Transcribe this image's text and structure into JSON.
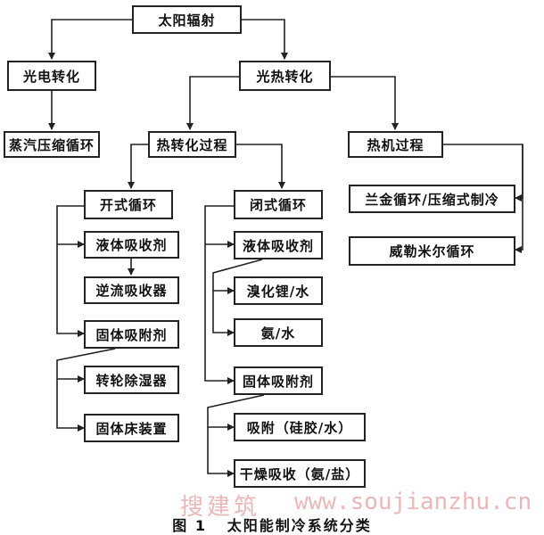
{
  "nodes": {
    "solar_radiation": "太阳辐射",
    "photovoltaic": "光电转化",
    "photothermal": "光热转化",
    "vapor_compression": "蒸汽压缩循环",
    "thermal_conversion": "热转化过程",
    "heat_engine": "热机过程",
    "open_cycle": "开式循环",
    "closed_cycle": "闭式循环",
    "rankine_compression": "兰金循环/压缩式制冷",
    "vuilleumier": "威勒米尔循环",
    "open_liquid_absorbent": "液体吸收剂",
    "countercurrent_absorber": "逆流吸收器",
    "open_solid_adsorbent": "固体吸附剂",
    "rotary_dehumidifier": "转轮除湿器",
    "solid_bed": "固体床装置",
    "closed_liquid_absorbent": "液体吸收剂",
    "libr_water": "溴化锂/水",
    "ammonia_water": "氨/水",
    "closed_solid_adsorbent": "固体吸附剂",
    "adsorption_silica": "吸附（硅胶/水）",
    "dry_absorption": "干燥吸收（氨/盐）"
  },
  "caption": "图 1   太阳能制冷系统分类",
  "watermark": {
    "cn": "搜建筑",
    "url": "www.soujianzhu.cn"
  }
}
